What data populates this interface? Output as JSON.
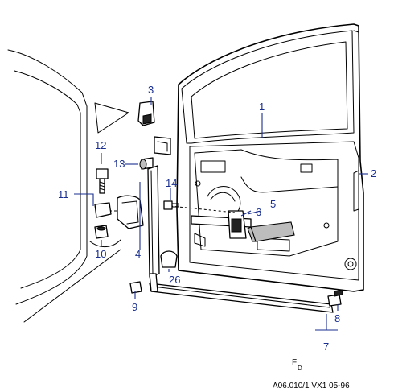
{
  "callouts": {
    "c1": "1",
    "c2": "2",
    "c3": "3",
    "c4": "4",
    "c5": "5",
    "c6": "6",
    "c7": "7",
    "c8": "8",
    "c9": "9",
    "c10": "10",
    "c11": "11",
    "c12": "12",
    "c13": "13",
    "c14": "14",
    "c26": "26"
  },
  "market_code_main": "F",
  "market_code_sub": "D",
  "reference": "A06.010/1 VX1 05-96",
  "colors": {
    "callout": "#1a2f8f",
    "line": "#000000"
  }
}
